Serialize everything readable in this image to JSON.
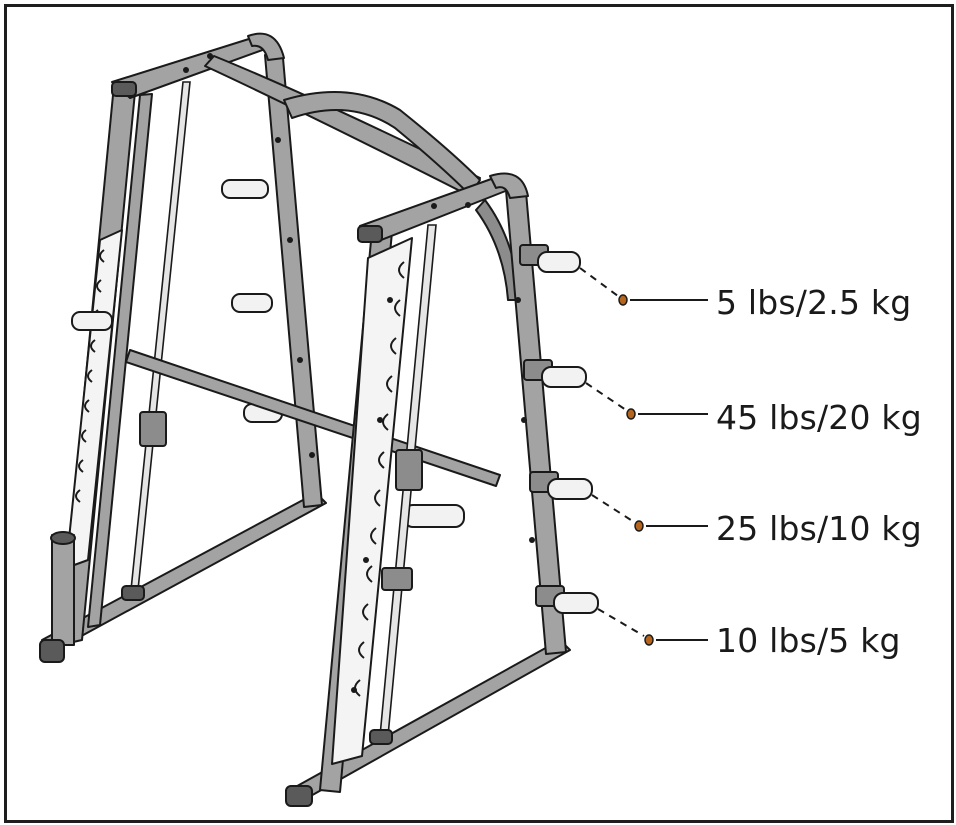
{
  "labels": {
    "plate_5": "5 lbs/2.5 kg",
    "plate_45": "45 lbs/20 kg",
    "plate_25": "25 lbs/10 kg",
    "plate_10": "10 lbs/5 kg"
  },
  "colors": {
    "frame_fill": "#a3a3a3",
    "frame_dark": "#6e6e6e",
    "outline": "#1a1a1a",
    "peg_fill": "#f2f2f2",
    "plate_panel": "#f4f4f4",
    "bumper": "#b5651d"
  },
  "icons": [
    "smith-machine-illustration",
    "weight-peg-icon",
    "rubber-bumper-icon"
  ]
}
